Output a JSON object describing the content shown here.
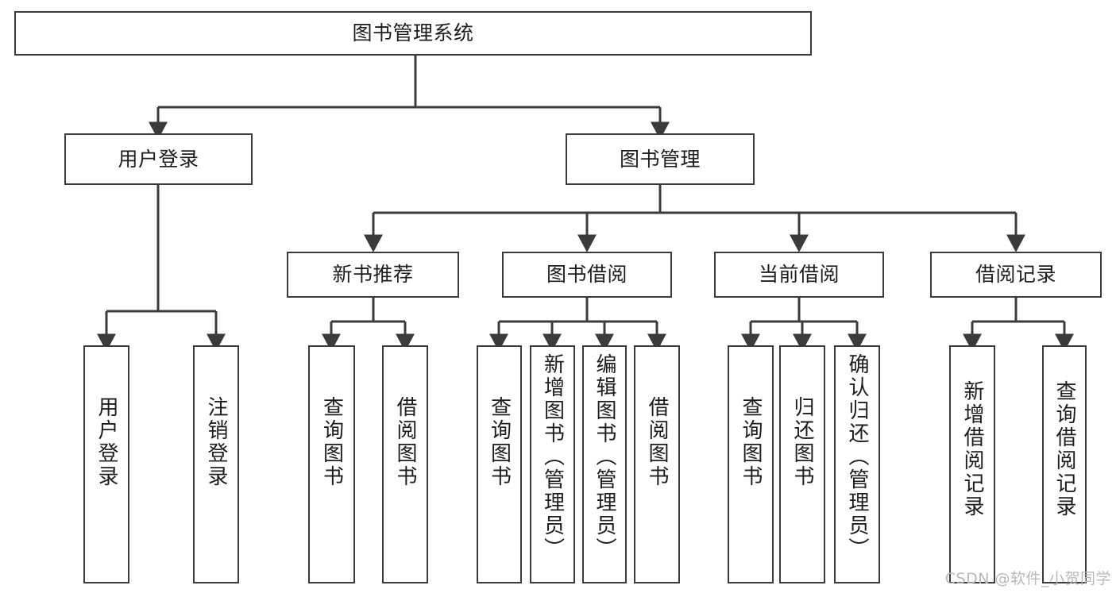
{
  "diagram": {
    "type": "tree-hierarchy",
    "title": "图书管理系统",
    "watermark": "CSDN @软件_小贺同学",
    "colors": {
      "stroke": "#3b3b3b",
      "fill": "#ffffff",
      "text": "#1d1d1d",
      "watermark": "#b9b9b9"
    },
    "levels": {
      "root": {
        "label": "图书管理系统"
      },
      "level2": [
        {
          "id": "user-login",
          "label": "用户登录"
        },
        {
          "id": "book-management",
          "label": "图书管理"
        }
      ],
      "level3": [
        {
          "id": "new-book-recommend",
          "label": "新书推荐",
          "parent": "book-management"
        },
        {
          "id": "book-borrow",
          "label": "图书借阅",
          "parent": "book-management"
        },
        {
          "id": "current-borrow",
          "label": "当前借阅",
          "parent": "book-management"
        },
        {
          "id": "borrow-record",
          "label": "借阅记录",
          "parent": "book-management"
        }
      ],
      "leaves": [
        {
          "id": "leaf-user-login",
          "label": "用户登录",
          "parent": "user-login"
        },
        {
          "id": "leaf-logout",
          "label": "注销登录",
          "parent": "user-login"
        },
        {
          "id": "leaf-query-book-1",
          "label": "查询图书",
          "parent": "new-book-recommend"
        },
        {
          "id": "leaf-borrow-book-1",
          "label": "借阅图书",
          "parent": "new-book-recommend"
        },
        {
          "id": "leaf-query-book-2",
          "label": "查询图书",
          "parent": "book-borrow"
        },
        {
          "id": "leaf-add-book",
          "label": "新增图书（管理员）",
          "parent": "book-borrow"
        },
        {
          "id": "leaf-edit-book",
          "label": "编辑图书（管理员）",
          "parent": "book-borrow"
        },
        {
          "id": "leaf-borrow-book-2",
          "label": "借阅图书",
          "parent": "book-borrow"
        },
        {
          "id": "leaf-query-book-3",
          "label": "查询图书",
          "parent": "current-borrow"
        },
        {
          "id": "leaf-return-book",
          "label": "归还图书",
          "parent": "current-borrow"
        },
        {
          "id": "leaf-confirm-return",
          "label": "确认归还（管理员）",
          "parent": "current-borrow"
        },
        {
          "id": "leaf-add-record",
          "label": "新增借阅记录",
          "parent": "borrow-record"
        },
        {
          "id": "leaf-query-record",
          "label": "查询借阅记录",
          "parent": "borrow-record"
        }
      ]
    }
  }
}
